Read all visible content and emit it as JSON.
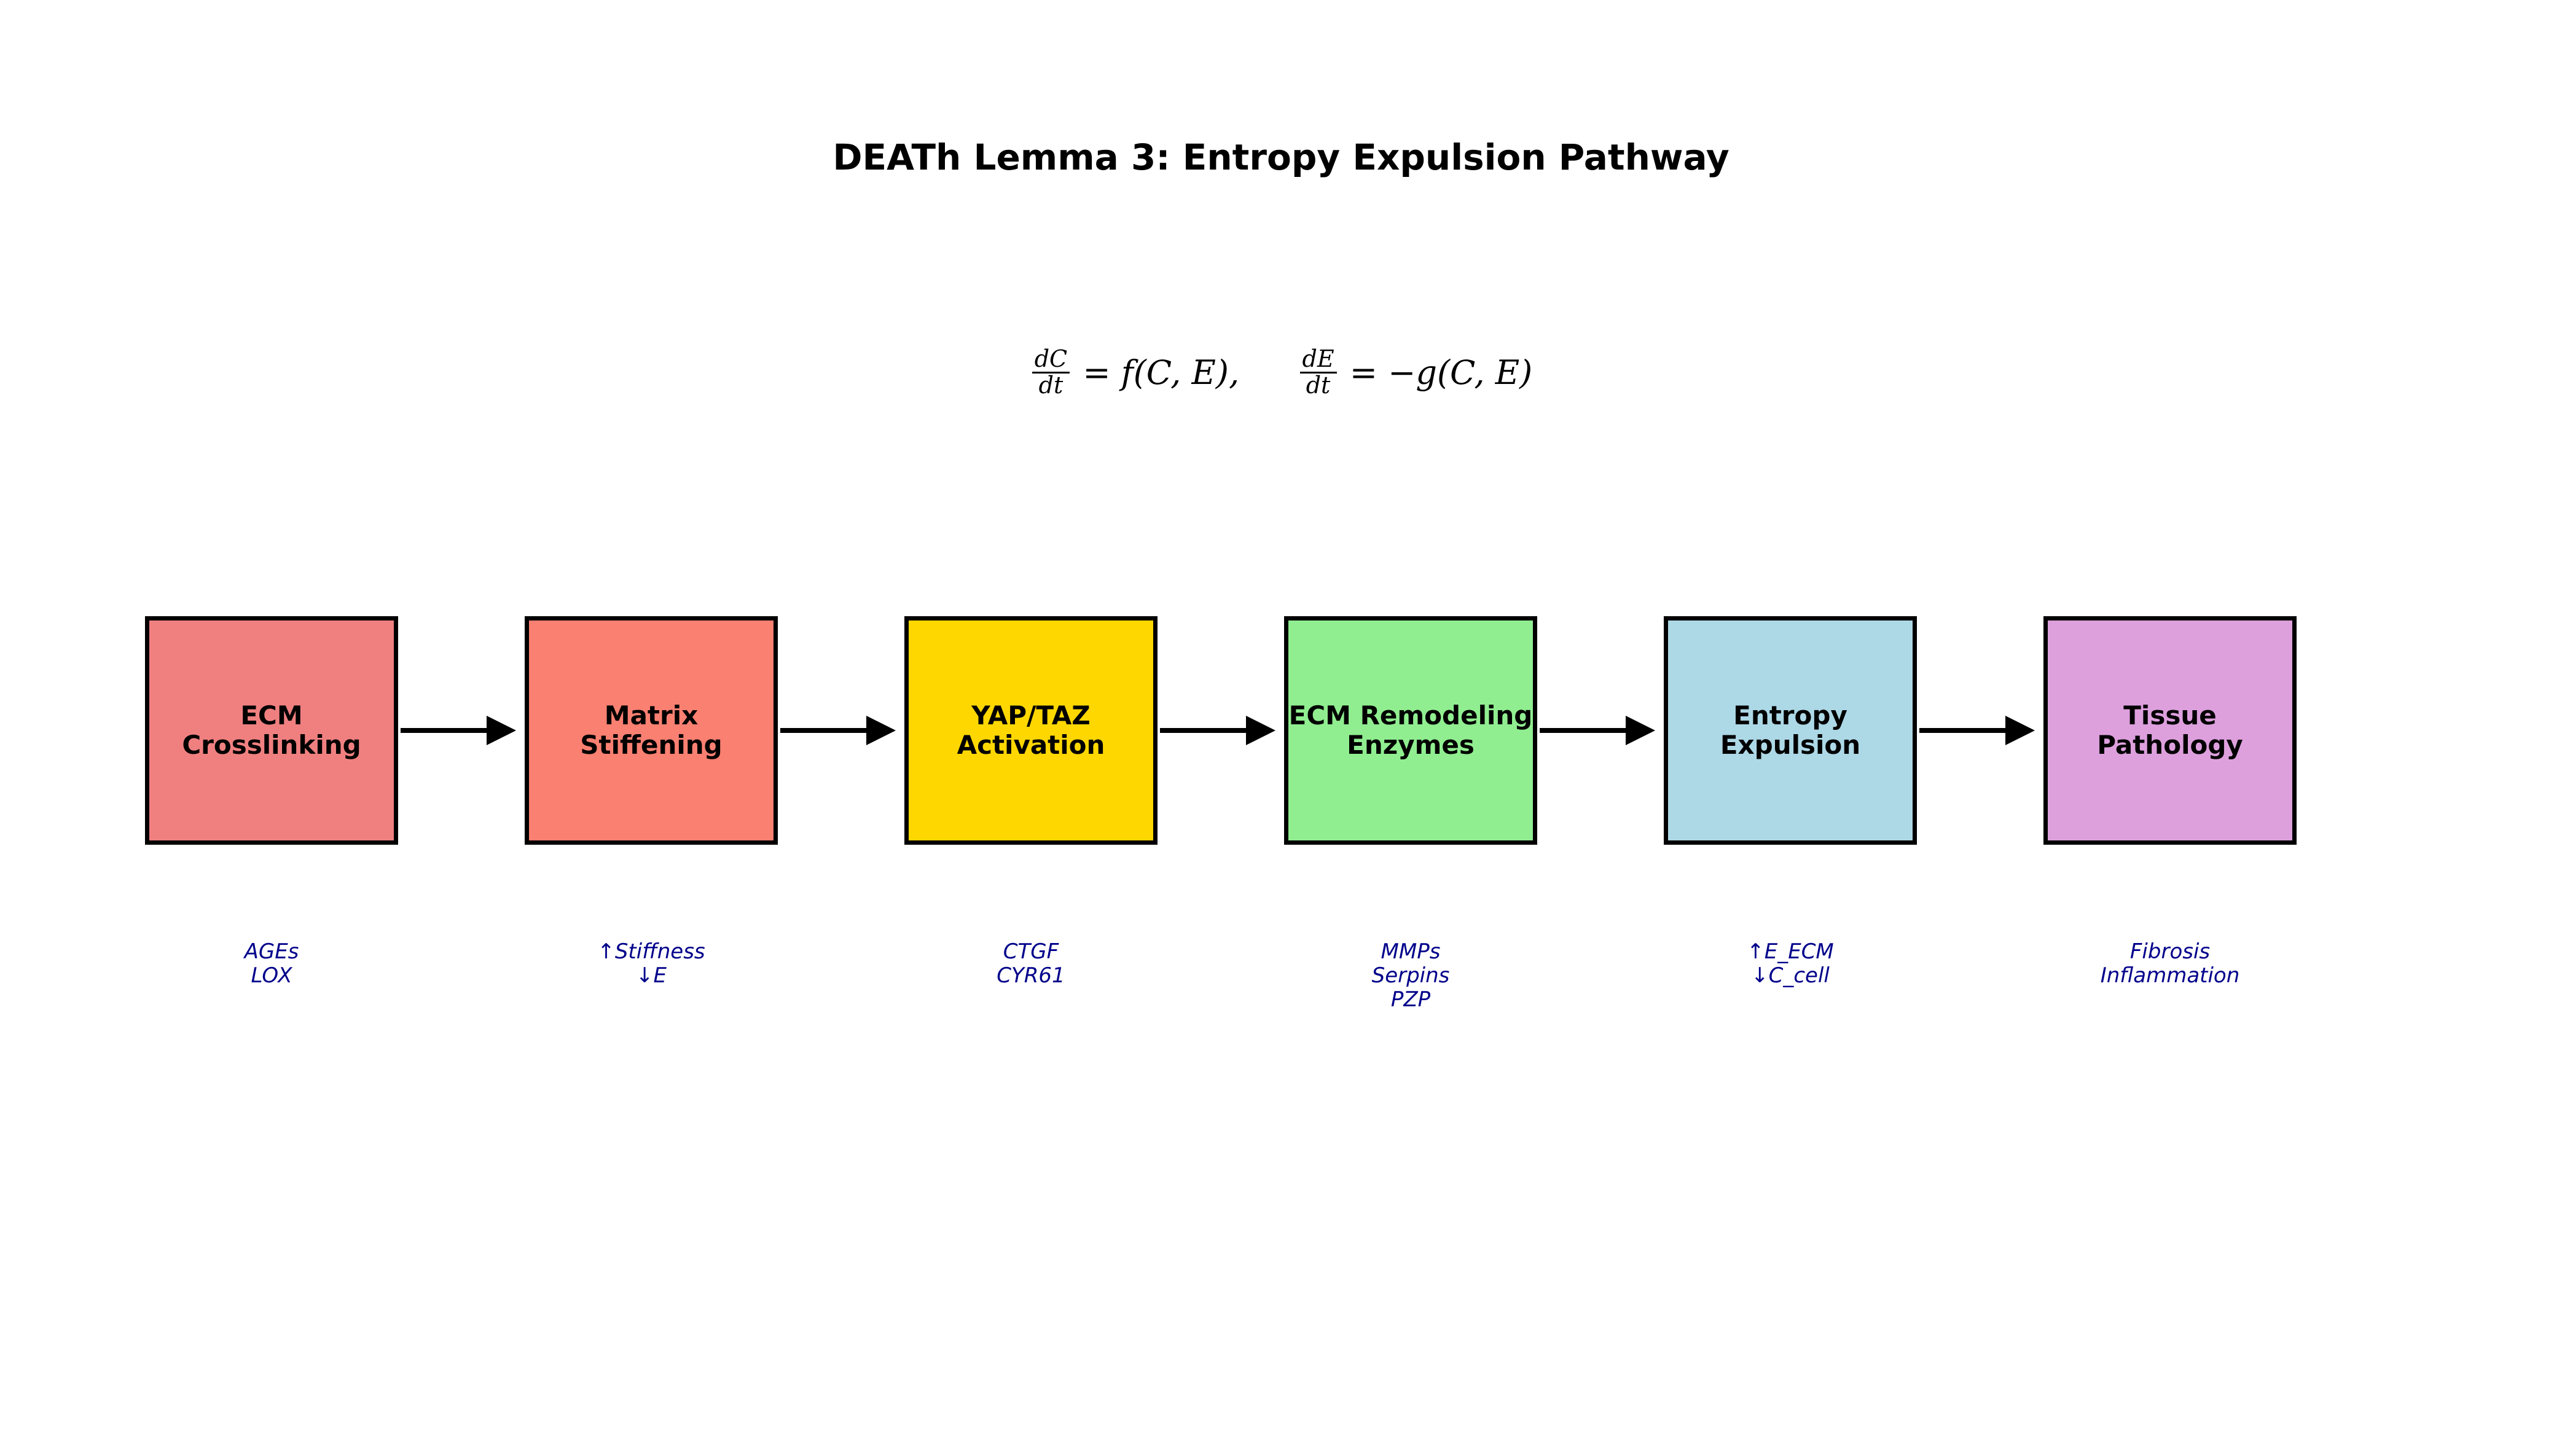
{
  "title": "DEATh Lemma 3: Entropy Expulsion Pathway",
  "equation": {
    "eq1": {
      "num": "dC",
      "den": "dt",
      "rhs": "= f(C, E),"
    },
    "eq2": {
      "num": "dE",
      "den": "dt",
      "rhs": "= −g(C, E)"
    }
  },
  "steps": [
    {
      "label": "ECM\nCrosslinking",
      "color": "#f08080",
      "note": "AGEs\nLOX"
    },
    {
      "label": "Matrix\nStiffening",
      "color": "#fa8072",
      "note": "↑Stiffness\n↓E"
    },
    {
      "label": "YAP/TAZ\nActivation",
      "color": "#ffd700",
      "note": "CTGF\nCYR61"
    },
    {
      "label": "ECM Remodeling\nEnzymes",
      "color": "#90ee90",
      "note": "MMPs\nSerpins\nPZP"
    },
    {
      "label": "Entropy\nExpulsion",
      "color": "#add8e6",
      "note": "↑E_ECM\n↓C_cell"
    },
    {
      "label": "Tissue\nPathology",
      "color": "#dda0dd",
      "note": "Fibrosis\nInflammation"
    }
  ]
}
